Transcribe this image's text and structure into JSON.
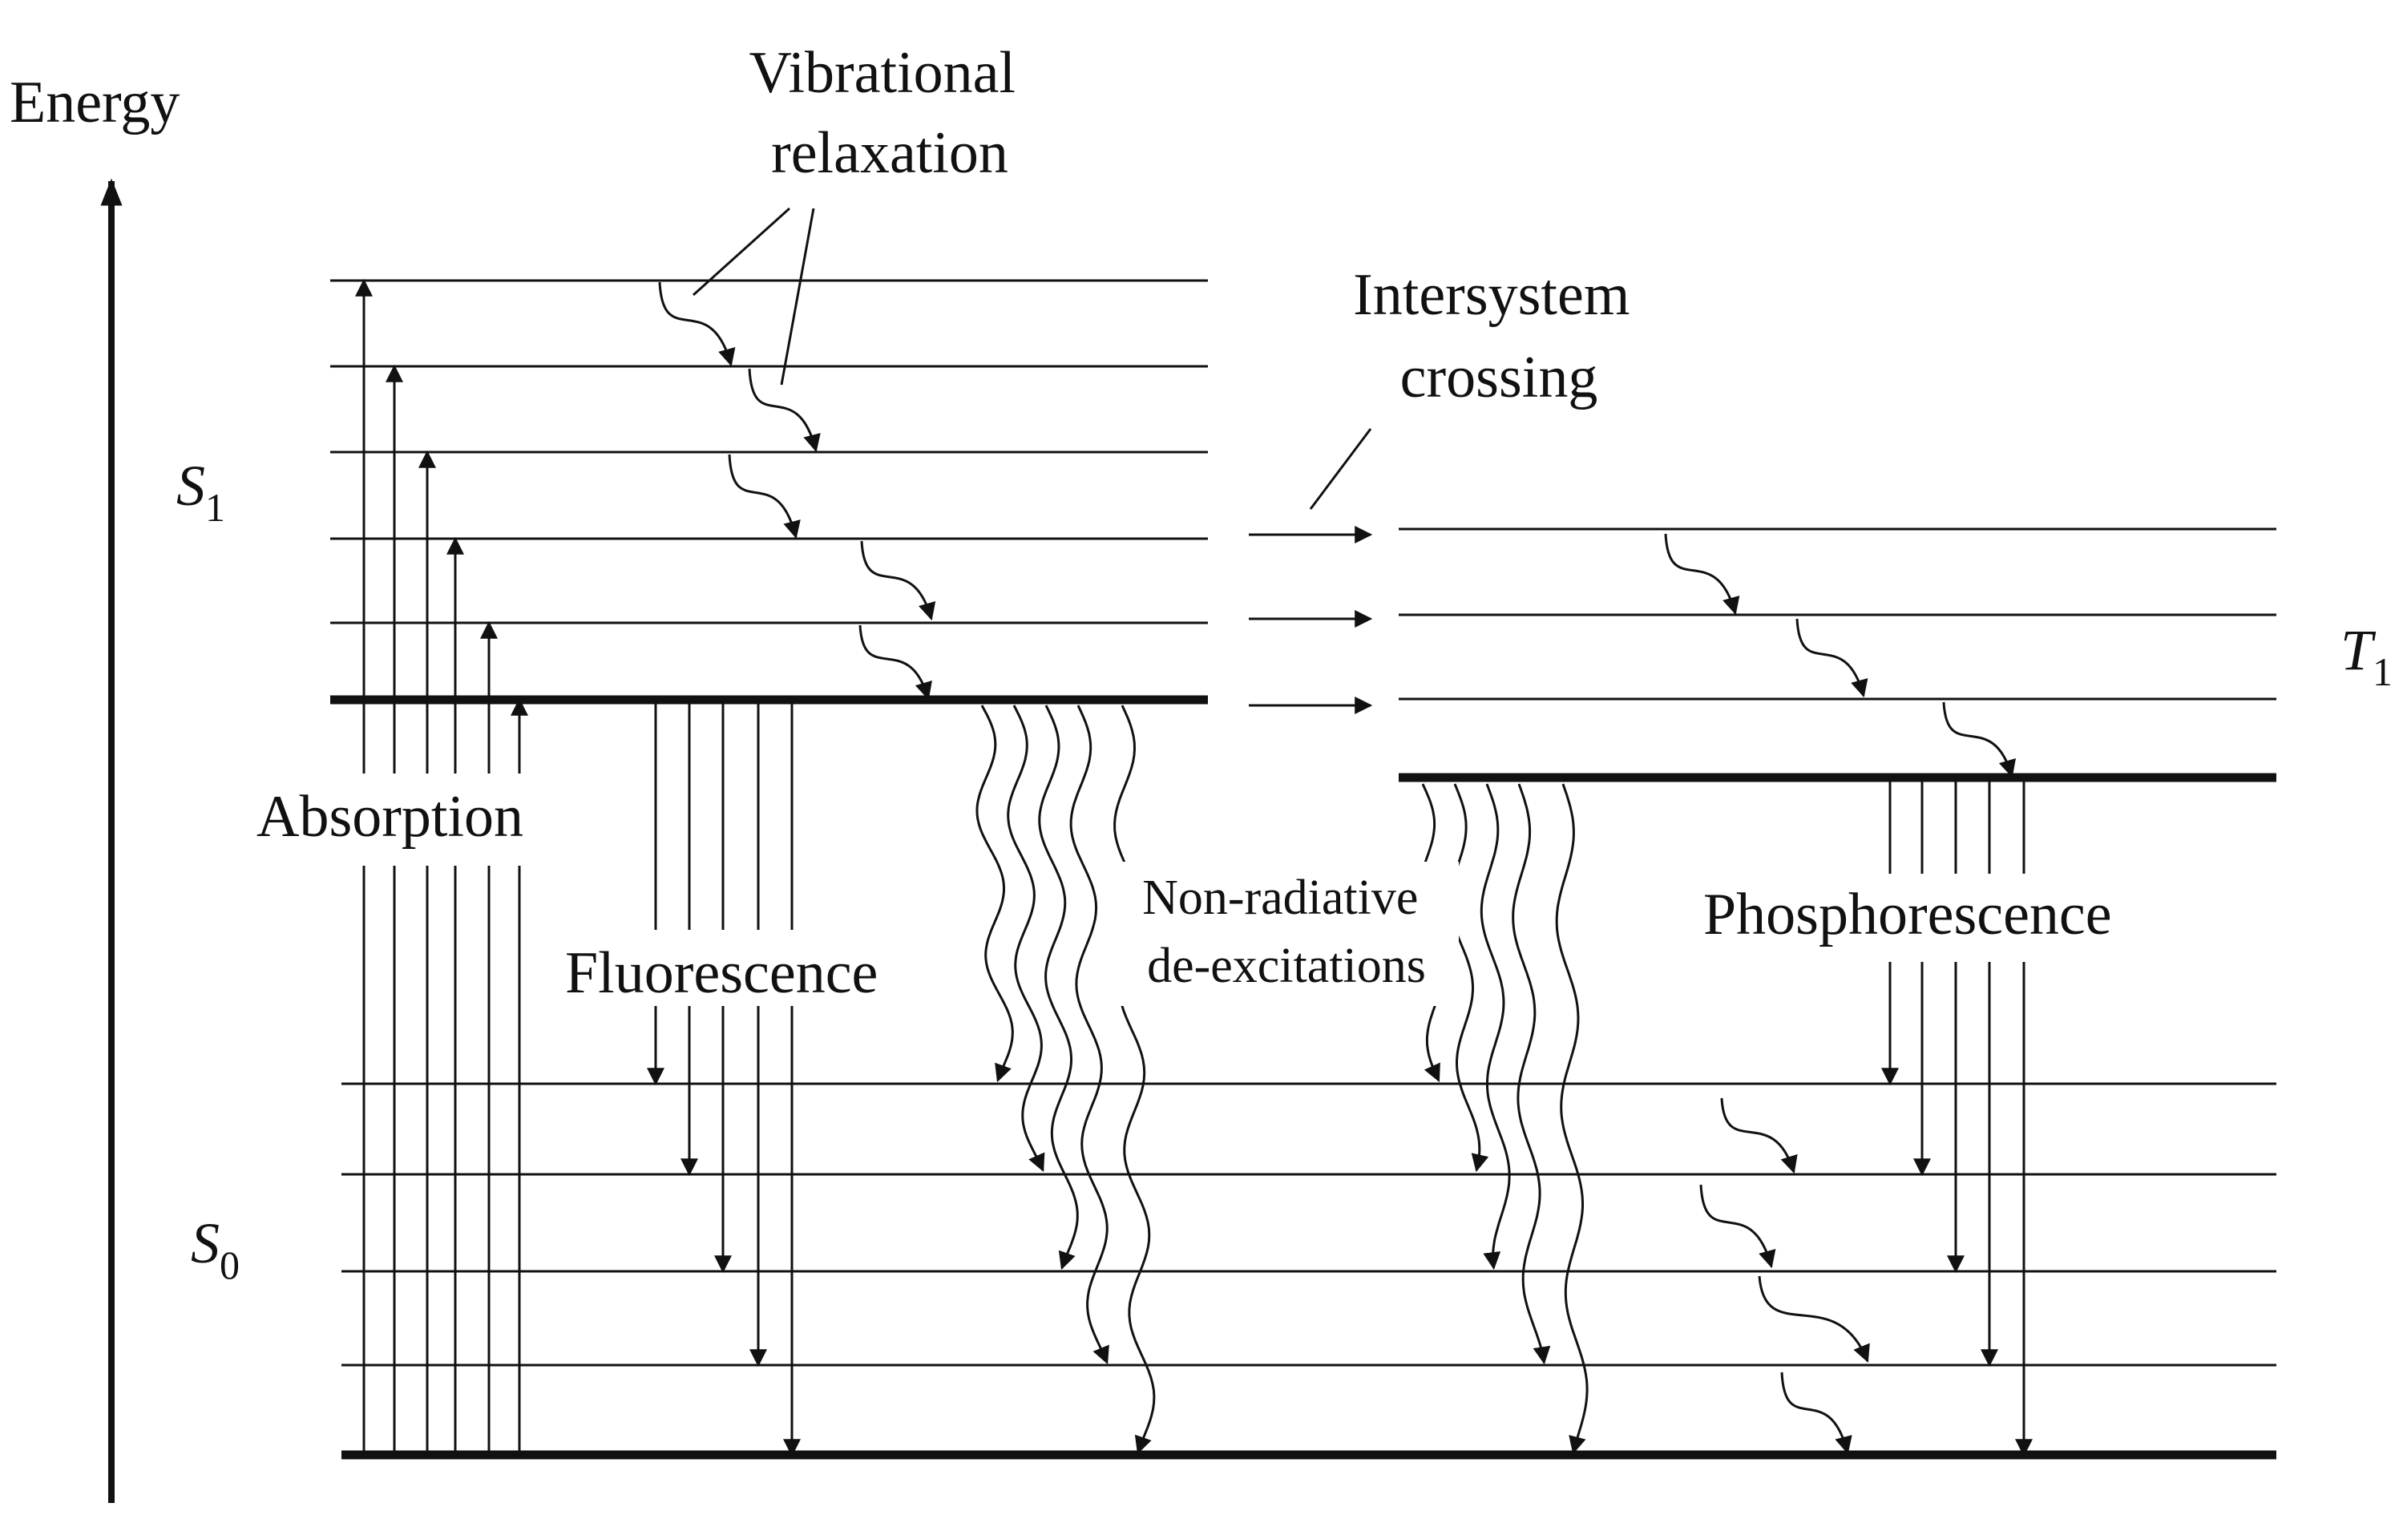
{
  "labels": {
    "energy": "Energy",
    "vibrational_relaxation": [
      "Vibrational",
      "relaxation"
    ],
    "intersystem_crossing": [
      "Intersystem",
      "crossing"
    ],
    "absorption": "Absorption",
    "fluorescence": "Fluorescence",
    "non_radiative": [
      "Non-radiative",
      "de-excitations"
    ],
    "phosphorescence": "Phosphorescence"
  },
  "states": {
    "s1": {
      "symbol": "S",
      "subscript": "1"
    },
    "s0": {
      "symbol": "S",
      "subscript": "0"
    },
    "t1": {
      "symbol": "T",
      "subscript": "1"
    }
  },
  "colors": {
    "ink": "#111111",
    "background": "#ffffff"
  }
}
